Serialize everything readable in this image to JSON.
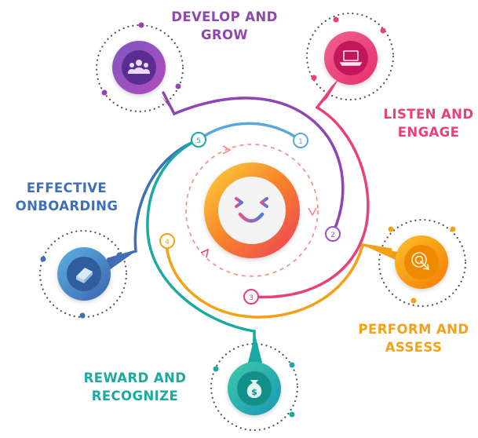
{
  "colors": {
    "purple": "#8f46b3",
    "pink": "#ea3f7d",
    "orange": "#f5a117",
    "teal": "#1ba9a1",
    "blue": "#3f6fb6",
    "dark_dot": "#555555"
  },
  "center": {
    "icon": "smile-logo-icon"
  },
  "steps": [
    {
      "number": "1",
      "color": "#5aa7d8"
    },
    {
      "number": "2",
      "color": "#9c55bf"
    },
    {
      "number": "3",
      "color": "#ea3f7d"
    },
    {
      "number": "4",
      "color": "#f5a117"
    },
    {
      "number": "5",
      "color": "#1ba9a1"
    }
  ],
  "stages": {
    "develop": {
      "line1": "DEVELOP AND",
      "line2": "GROW",
      "color": "#8f46b3",
      "icon": "team-icon"
    },
    "listen": {
      "line1": "LISTEN AND",
      "line2": "ENGAGE",
      "color": "#ea3f7d",
      "icon": "laptop-icon"
    },
    "effective": {
      "line1": "EFFECTIVE",
      "line2": "ONBOARDING",
      "color": "#3f6fb6",
      "icon": "book-icon"
    },
    "perform": {
      "line1": "PERFORM AND",
      "line2": "ASSESS",
      "color": "#f5a117",
      "icon": "target-click-icon"
    },
    "reward": {
      "line1": "REWARD AND",
      "line2": "RECOGNIZE",
      "color": "#1ba9a1",
      "icon": "money-bag-icon"
    }
  }
}
